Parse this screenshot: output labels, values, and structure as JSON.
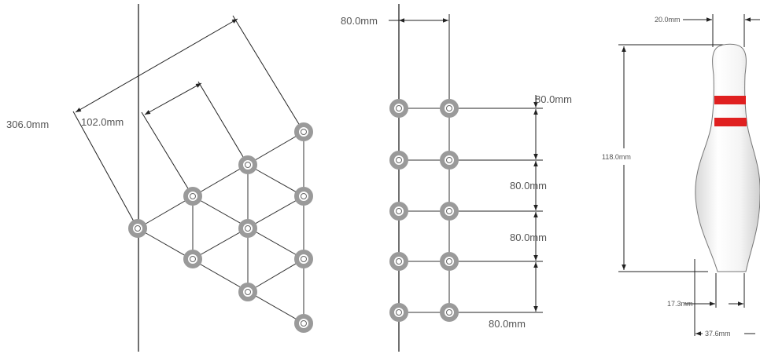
{
  "colors": {
    "line": "#222222",
    "pin_ring": "#9a9a9a",
    "stripe": "#e02020",
    "label": "#555555"
  },
  "triangle_rack": {
    "big_side": "306.0mm",
    "pin_spacing": "102.0mm"
  },
  "grid_layout": {
    "column_spacing": "80.0mm",
    "row_spacing_1": "80.0mm",
    "row_spacing_2": "80.0mm",
    "row_spacing_3": "80.0mm",
    "row_spacing_4": "80.0mm"
  },
  "bowling_pin": {
    "neck_width": "20.0mm",
    "height": "118.0mm",
    "base_width": "17.3mm",
    "belly_width": "37.6mm"
  }
}
